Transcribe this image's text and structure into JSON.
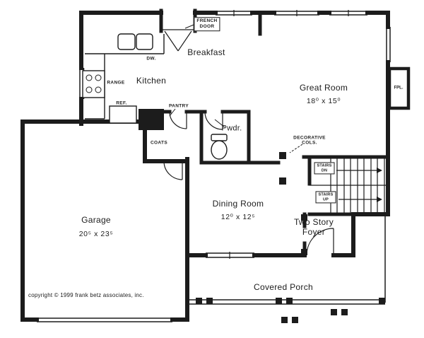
{
  "plan": {
    "rooms": {
      "breakfast": {
        "name": "Breakfast"
      },
      "kitchen": {
        "name": "Kitchen"
      },
      "great_room": {
        "name": "Great Room",
        "dims": "18⁰ x 15⁰"
      },
      "dining_room": {
        "name": "Dining Room",
        "dims": "12⁰ x 12⁵"
      },
      "garage": {
        "name": "Garage",
        "dims": "20⁵ x 23⁵"
      },
      "foyer": {
        "name": "Two Story\nFoyer"
      },
      "porch": {
        "name": "Covered Porch"
      },
      "powder": {
        "name": "Pwdr."
      }
    },
    "labels": {
      "french_door": "FRENCH\nDOOR",
      "dw": "DW.",
      "range": "RANGE",
      "ref": "REF.",
      "pantry": "PANTRY",
      "coats": "COATS",
      "decorative_cols": "DECORATIVE\nCOLS.",
      "stairs_dn": "STAIRS\nDN",
      "stairs_up": "STAIRS\nUP",
      "fpl": "FPL."
    },
    "copyright": "copyright © 1999 frank betz associates, inc.",
    "colors": {
      "ink": "#1c1c1c",
      "paper": "#ffffff"
    }
  }
}
